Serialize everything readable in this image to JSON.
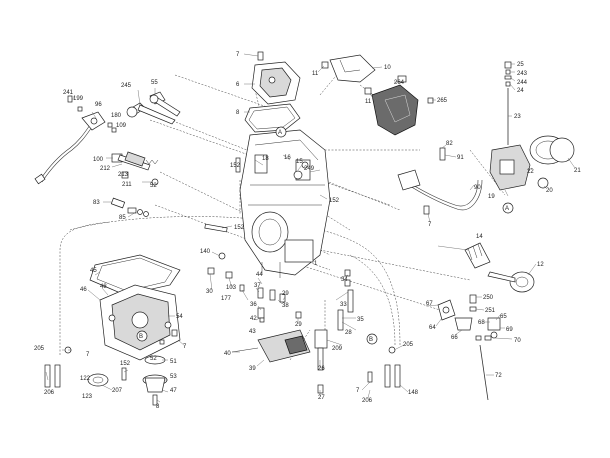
{
  "labels": [
    "7",
    "6",
    "8",
    "11",
    "10",
    "264",
    "11",
    "265",
    "241",
    "199",
    "96",
    "245",
    "55",
    "180",
    "109",
    "100",
    "212",
    "213",
    "211",
    "52",
    "83",
    "85",
    "152",
    "18",
    "16",
    "15",
    "249",
    "152",
    "152",
    "140",
    "30",
    "103",
    "177",
    "44",
    "37",
    "36",
    "42",
    "43",
    "38",
    "29",
    "29",
    "1",
    "34",
    "33",
    "35",
    "28",
    "209",
    "26",
    "27",
    "40",
    "39",
    "45",
    "46",
    "48",
    "54",
    "7",
    "51",
    "53",
    "47",
    "8",
    "52",
    "152",
    "207",
    "122",
    "123",
    "205",
    "7",
    "206",
    "14",
    "12",
    "250",
    "251",
    "67",
    "64",
    "66",
    "65",
    "69",
    "70",
    "68",
    "72",
    "205",
    "148",
    "7",
    "206",
    "82",
    "91",
    "90",
    "7",
    "25",
    "243",
    "244",
    "24",
    "23",
    "19",
    "22",
    "20",
    "21"
  ],
  "markers": [
    "A",
    "A",
    "B",
    "B"
  ]
}
